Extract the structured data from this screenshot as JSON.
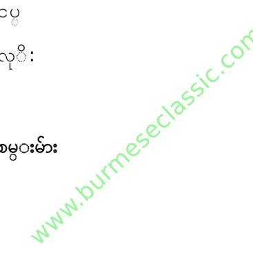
{
  "document": {
    "lines": [
      "ငပ္",
      "လုိ:",
      "စမ္းမ်ား"
    ]
  },
  "watermark": {
    "text": "www.burmeseclassic.com",
    "color": "#98f598"
  }
}
